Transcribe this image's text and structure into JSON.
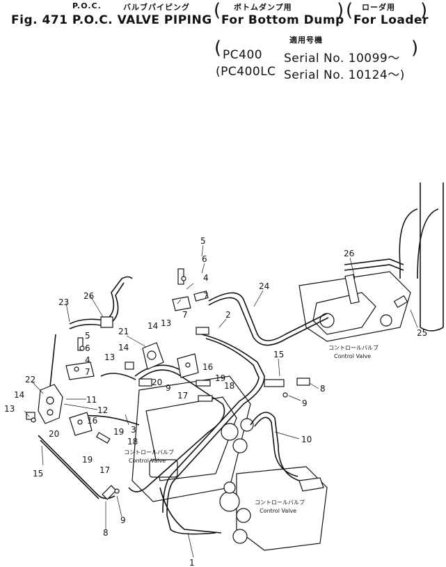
{
  "header": {
    "jp_line1_poc": "P.O.C.",
    "jp_line1_valve_piping": "バルブパイピング",
    "jp_bottom_dump": "ボトムダンプ用",
    "jp_loader": "ローダ用",
    "fig_title": "Fig. 471 P.O.C. VALVE PIPING",
    "bottom_dump": "For Bottom Dump",
    "loader": "For Loader",
    "applicable_jp": "適用号機",
    "serial_line1_model": "PC400",
    "serial_line1_text": "Serial No. 10099～",
    "serial_line2_model": "(PC400LC",
    "serial_line2_text": "Serial No. 10124～)"
  },
  "control_valve_labels": {
    "jp": "コントロールバルブ",
    "en": "Control Valve"
  },
  "callouts": [
    "1",
    "2",
    "3",
    "4",
    "4",
    "5",
    "5",
    "6",
    "6",
    "7",
    "7",
    "7",
    "8",
    "8",
    "9",
    "9",
    "9",
    "10",
    "11",
    "12",
    "13",
    "13",
    "13",
    "14",
    "14",
    "14",
    "15",
    "15",
    "16",
    "16",
    "17",
    "17",
    "18",
    "18",
    "19",
    "19",
    "19",
    "20",
    "20",
    "21",
    "22",
    "23",
    "24",
    "25",
    "26",
    "26"
  ]
}
